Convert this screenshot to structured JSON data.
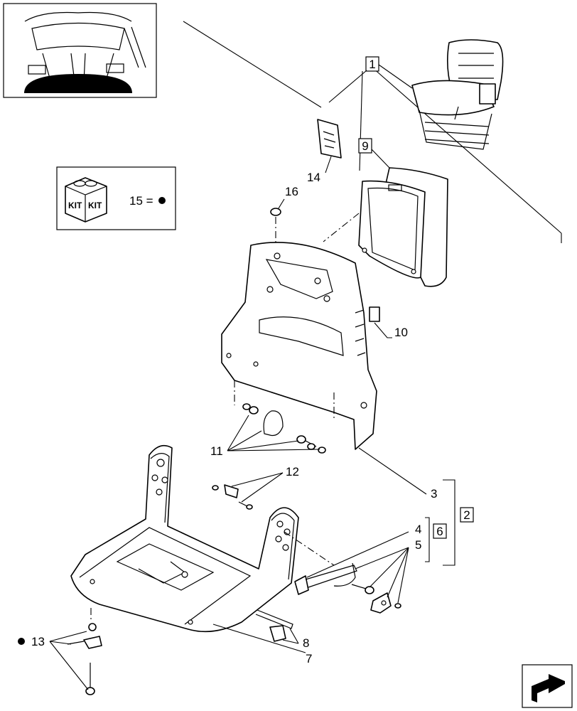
{
  "callouts": {
    "c1": "1",
    "c2": "2",
    "c3": "3",
    "c4": "4",
    "c5": "5",
    "c6": "6",
    "c7": "7",
    "c8": "8",
    "c9": "9",
    "c10": "10",
    "c11": "11",
    "c12": "12",
    "c13": "13",
    "c14": "14",
    "c16": "16"
  },
  "kit_legend": {
    "kit_text_1": "KIT",
    "kit_text_2": "KIT",
    "legend_text": "15 = "
  },
  "icons": {
    "thumbnail": "tractor-cab-thumbnail-icon",
    "kit_box": "kit-box-icon",
    "bullet": "filled-circle-bullet-icon",
    "nav": "next-page-arrow-icon"
  }
}
